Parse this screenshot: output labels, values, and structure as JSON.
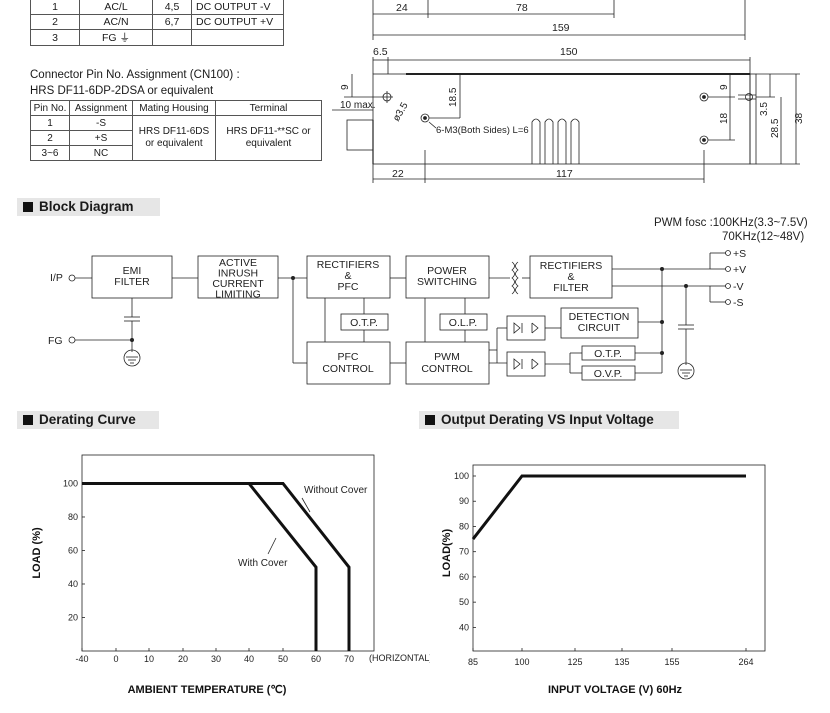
{
  "top_table": {
    "rows": [
      {
        "pin": "1",
        "assign": "AC/L",
        "pin2": "4,5",
        "assign2": "DC OUTPUT -V"
      },
      {
        "pin": "2",
        "assign": "AC/N",
        "pin2": "6,7",
        "assign2": "DC OUTPUT +V"
      },
      {
        "pin": "3",
        "assign": "FG ⏚",
        "pin2": "",
        "assign2": ""
      }
    ]
  },
  "connector": {
    "title": "Connector Pin No. Assignment (CN100) :",
    "subtitle": "HRS DF11-6DP-2DSA or equivalent",
    "headers": [
      "Pin No.",
      "Assignment",
      "Mating Housing",
      "Terminal"
    ],
    "rows": [
      {
        "pin": "1",
        "assign": "-S"
      },
      {
        "pin": "2",
        "assign": "+S"
      },
      {
        "pin": "3~6",
        "assign": "NC"
      }
    ],
    "housing": "HRS DF11-6DS or equivalent",
    "terminal": "HRS DF11-**SC or equivalent"
  },
  "mech": {
    "dims_top": [
      "24",
      "78",
      "159"
    ],
    "dim_65": "6.5",
    "dim_150": "150",
    "dim_9a": "9",
    "dim_10max": "10 max.",
    "dim_hole": "ø3.5",
    "dim_185": "18.5",
    "screw_note": "6-M3(Both Sides) L=6",
    "dim_9b": "9",
    "dim_18": "18",
    "dim_35": "3.5",
    "dim_285": "28.5",
    "dim_38": "38",
    "dim_22": "22",
    "dim_117": "117"
  },
  "block": {
    "section_title": "Block Diagram",
    "pwm_line1": "PWM  fosc :100KHz(3.3~7.5V)",
    "pwm_line2": "70KHz(12~48V)",
    "ip": "I/P",
    "fg": "FG",
    "emi": [
      "EMI",
      "FILTER"
    ],
    "inrush": [
      "ACTIVE",
      "INRUSH",
      "CURRENT",
      "LIMITING"
    ],
    "rect_pfc": [
      "RECTIFIERS",
      "&",
      "PFC"
    ],
    "power_sw": [
      "POWER",
      "SWITCHING"
    ],
    "rect_filter": [
      "RECTIFIERS",
      "&",
      "FILTER"
    ],
    "otp": "O.T.P.",
    "olp": "O.L.P.",
    "detection": [
      "DETECTION",
      "CIRCUIT"
    ],
    "pfc_ctrl": [
      "PFC",
      "CONTROL"
    ],
    "pwm_ctrl": [
      "PWM",
      "CONTROL"
    ],
    "otp2": "O.T.P.",
    "ovp": "O.V.P.",
    "outputs": [
      "+S",
      "+V",
      "-V",
      "-S"
    ]
  },
  "derating": {
    "section_title": "Derating Curve",
    "chart_data": {
      "type": "line",
      "xlabel": "AMBIENT TEMPERATURE (℃)",
      "ylabel": "LOAD (%)",
      "x_ticks": [
        "-40",
        "0",
        "10",
        "20",
        "30",
        "40",
        "50",
        "60",
        "70"
      ],
      "x_tick_values": [
        -40,
        0,
        10,
        20,
        30,
        40,
        50,
        60,
        70
      ],
      "x_note": "(HORIZONTAL)",
      "y_ticks": [
        "20",
        "40",
        "60",
        "80",
        "100"
      ],
      "y_tick_values": [
        20,
        40,
        60,
        80,
        100
      ],
      "series": [
        {
          "name": "With Cover",
          "points": [
            [
              -40,
              100
            ],
            [
              40,
              100
            ],
            [
              60,
              50
            ],
            [
              60,
              0
            ]
          ]
        },
        {
          "name": "Without Cover",
          "points": [
            [
              -40,
              100
            ],
            [
              50,
              100
            ],
            [
              70,
              50
            ],
            [
              70,
              0
            ]
          ]
        }
      ]
    }
  },
  "output_derating": {
    "section_title": "Output Derating VS Input Voltage",
    "chart_data": {
      "type": "line",
      "xlabel": "INPUT VOLTAGE (V) 60Hz",
      "ylabel": "LOAD(%)",
      "x_ticks": [
        "85",
        "100",
        "125",
        "135",
        "155",
        "264"
      ],
      "y_ticks": [
        "40",
        "50",
        "60",
        "70",
        "80",
        "90",
        "100"
      ],
      "y_tick_values": [
        40,
        50,
        60,
        70,
        80,
        90,
        100
      ],
      "series": [
        {
          "points": [
            [
              85,
              75
            ],
            [
              100,
              100
            ],
            [
              264,
              100
            ]
          ]
        }
      ]
    }
  }
}
